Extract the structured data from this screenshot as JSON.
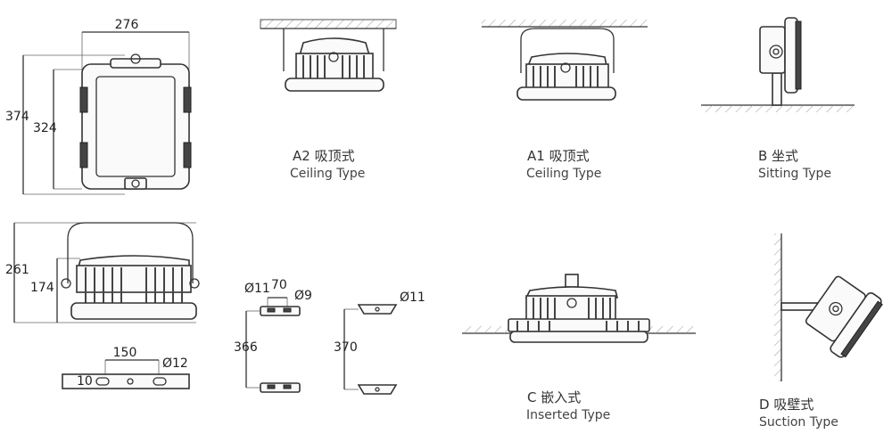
{
  "dimensions": {
    "front_width": "276",
    "front_height_outer": "374",
    "front_height_inner": "324",
    "side_height_outer": "261",
    "side_height_inner": "174",
    "bracket_hole_spacing": "150",
    "bracket_hole_dia": "Ø12",
    "bracket_end": "10",
    "mount_a_hole_left": "Ø11",
    "mount_a_width": "70",
    "mount_a_hole_right": "Ø9",
    "mount_a_length": "366",
    "mount_b_hole": "Ø11",
    "mount_b_length": "370"
  },
  "types": [
    {
      "code_cn": "A2 吸顶式",
      "en": "Ceiling  Type"
    },
    {
      "code_cn": "A1 吸顶式",
      "en": "Ceiling  Type"
    },
    {
      "code_cn": "B 坐式",
      "en": "Sitting Type"
    },
    {
      "code_cn": "C 嵌入式",
      "en": "Inserted Type"
    },
    {
      "code_cn": "D 吸壁式",
      "en": "Suction Type"
    }
  ]
}
